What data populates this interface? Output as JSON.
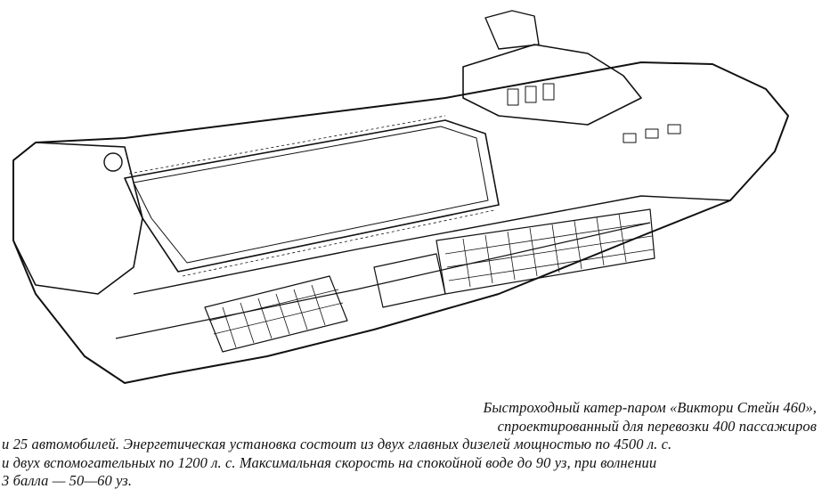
{
  "caption": {
    "line1": "Быстроходный катер-паром «Виктори Стейн 460»,",
    "line2": "спроектированный для перевозки 400 пассажиров",
    "line3": "и 25 автомобилей. Энергетическая установка состоит из двух главных дизелей мощностью по 4500 л. с.",
    "line4": "и двух вспомогательных по 1200 л. с. Максимальная скорость на спокойной воде до 90 уз, при волнении",
    "line5": "3 балла — 50—60 уз."
  },
  "colors": {
    "ink": "#111111",
    "paper": "#ffffff"
  }
}
